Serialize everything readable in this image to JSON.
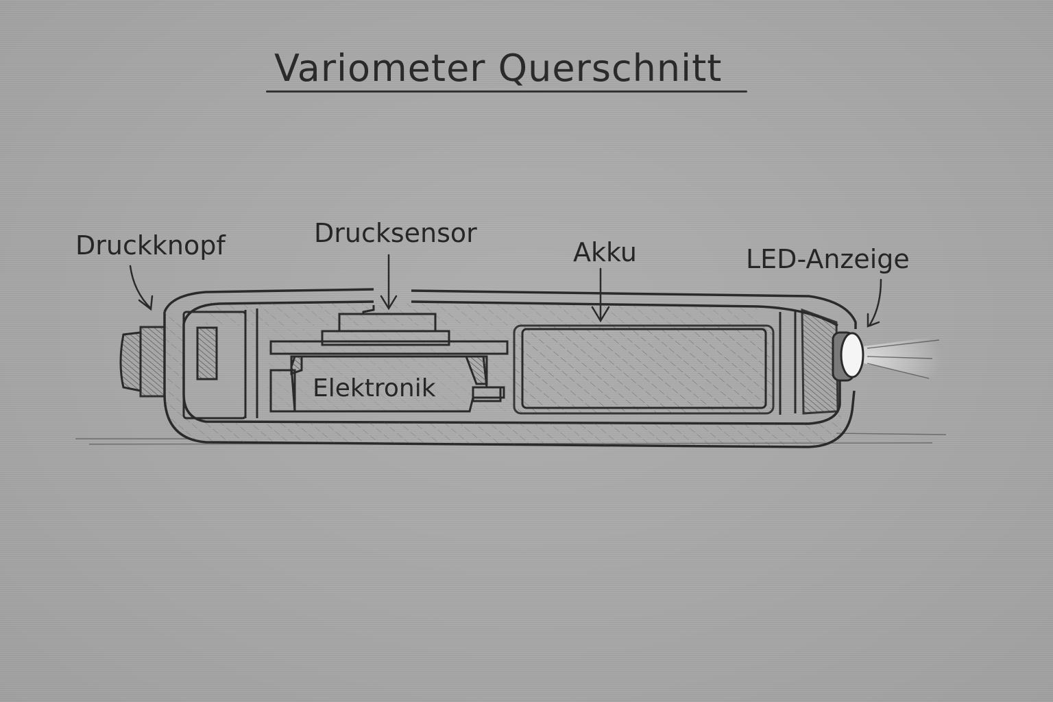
{
  "diagram": {
    "title": "Variometer Querschnitt",
    "labels": {
      "button": "Druckknopf",
      "pressure_sensor": "Drucksensor",
      "battery": "Akku",
      "led": "LED-Anzeige",
      "electronics": "Elektronik"
    },
    "colors": {
      "paper": "#a9a9a9",
      "ink": "#2a2a2a",
      "shade": "#7a7a7a",
      "led_glow": "#f2f2f2"
    }
  }
}
